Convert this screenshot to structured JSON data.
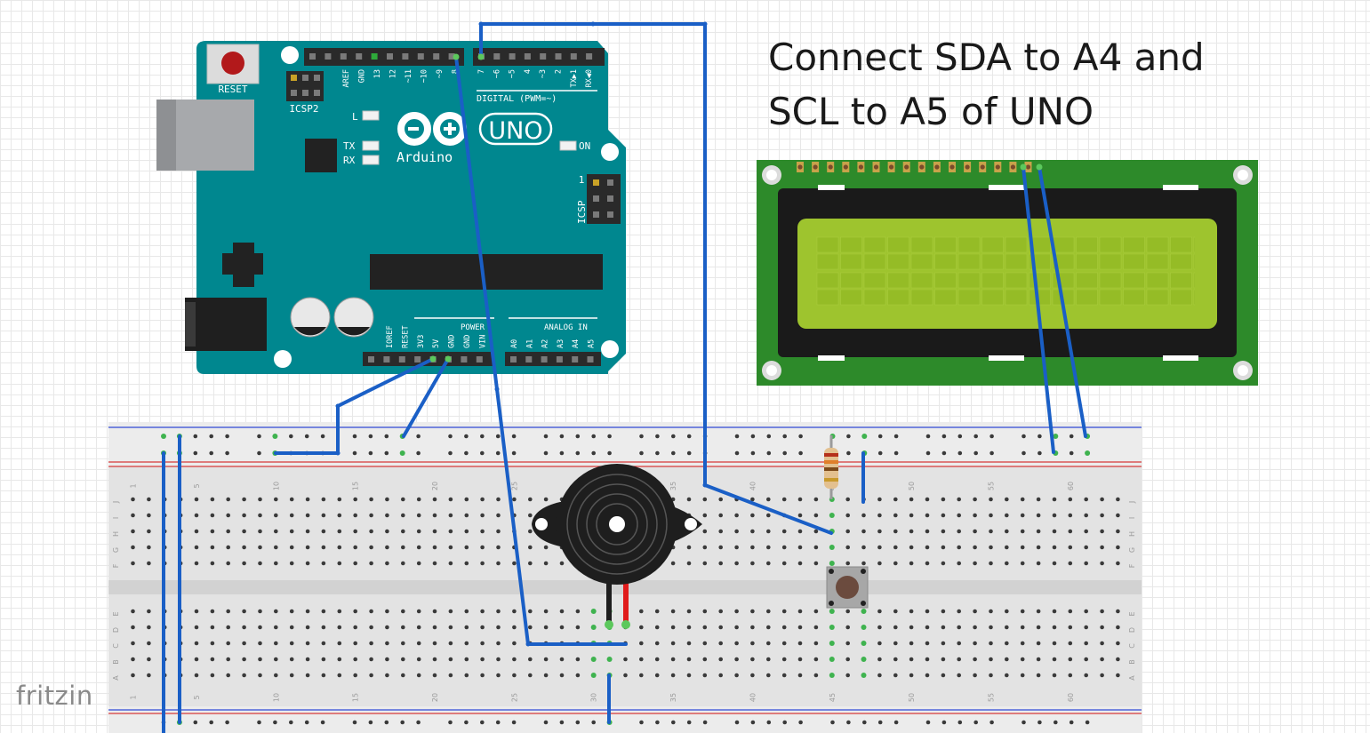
{
  "caption": {
    "line1": "Connect SDA to A4 and",
    "line2": "SCL to A5 of UNO"
  },
  "watermark": "fritzin",
  "arduino": {
    "reset_label": "RESET",
    "icsp2_label": "ICSP2",
    "logo_text": "Arduino",
    "model_text": "UNO",
    "led_l": "L",
    "led_tx": "TX",
    "led_rx": "RX",
    "on_label": "ON",
    "icsp_label": "ICSP",
    "icsp_pin": "1",
    "digital_label": "DIGITAL (PWM=~)",
    "power_label": "POWER",
    "analog_label": "ANALOG IN",
    "top_pins_left": [
      "AREF",
      "GND",
      "13",
      "12",
      "~11",
      "~10",
      "~9",
      "8"
    ],
    "top_pins_right": [
      "7",
      "~6",
      "~5",
      "4",
      "~3",
      "2",
      "TX▶1",
      "RX◀0"
    ],
    "power_pins": [
      "IOREF",
      "RESET",
      "3V3",
      "5V",
      "GND",
      "GND",
      "VIN"
    ],
    "analog_pins": [
      "A0",
      "A1",
      "A2",
      "A3",
      "A4",
      "A5"
    ]
  },
  "breadboard": {
    "column_numbers": [
      "1",
      "5",
      "10",
      "15",
      "20",
      "25",
      "30",
      "35",
      "40",
      "45",
      "50",
      "55",
      "60"
    ],
    "upper_rows": [
      "J",
      "I",
      "H",
      "G",
      "F"
    ],
    "lower_rows": [
      "E",
      "D",
      "C",
      "B",
      "A"
    ]
  },
  "colors": {
    "board": "#00878f",
    "wire": "#1a5fc6",
    "breadboard": "#e3e3e3",
    "lcd_pcb": "#2d8a2a",
    "lcd_screen": "#9ec42e"
  }
}
